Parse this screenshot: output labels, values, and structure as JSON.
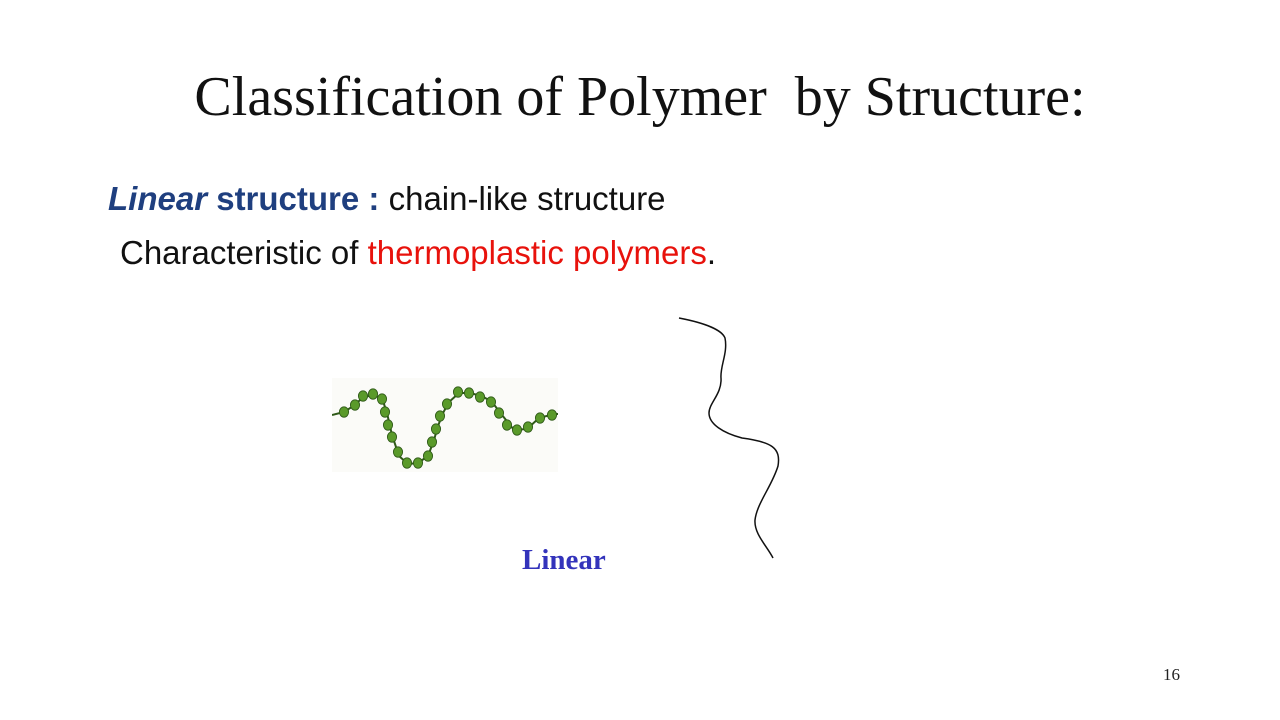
{
  "slide": {
    "title": "Classification of Polymer  by Structure:",
    "definition": {
      "term_italic": "Linear",
      "term_rest": " structure : ",
      "description": "chain-like structure",
      "term_color": "#1f3f7f"
    },
    "characteristic": {
      "prefix": "Characteristic of ",
      "highlight": "thermoplastic polymers",
      "suffix": ".",
      "highlight_color": "#e8120c"
    },
    "figure_caption": "Linear",
    "caption_color": "#3333bb",
    "page_number": "16",
    "bead_color": "#5a9a2a",
    "bead_outline_color": "#2f5a18"
  }
}
